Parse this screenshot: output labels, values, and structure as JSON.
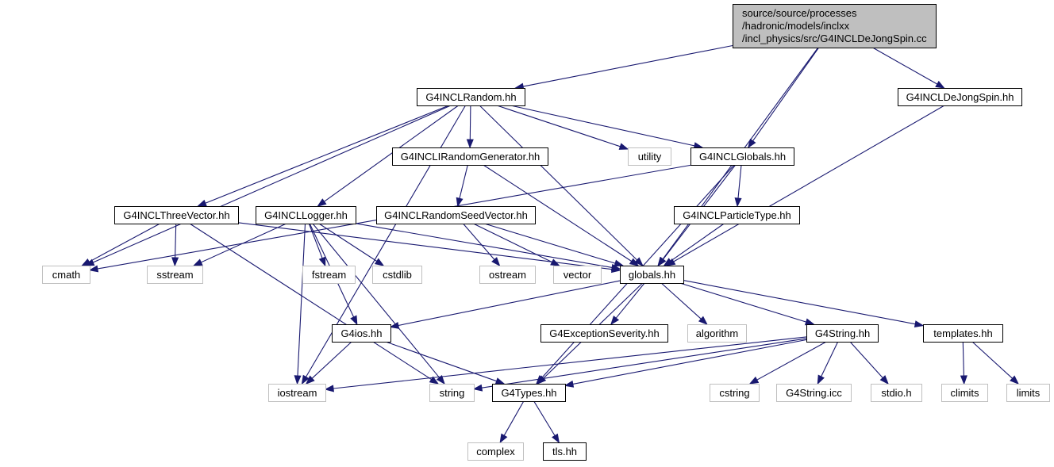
{
  "colors": {
    "edge": "#191970",
    "root_fill": "#bfbfbf",
    "root_stroke": "#000000",
    "node_fill": "#ffffff",
    "node_stroke": "#000000",
    "external_stroke": "#bfbfbf",
    "external_text": "#000000"
  },
  "nodes": [
    {
      "id": "root",
      "lines": [
        "source/source/processes",
        "/hadronic/models/inclxx",
        "/incl_physics/src/G4INCLDeJongSpin.cc"
      ],
      "kind": "root"
    },
    {
      "id": "random",
      "lines": [
        "G4INCLRandom.hh"
      ],
      "kind": "normal"
    },
    {
      "id": "dejong",
      "lines": [
        "G4INCLDeJongSpin.hh"
      ],
      "kind": "normal"
    },
    {
      "id": "irandgen",
      "lines": [
        "G4INCLIRandomGenerator.hh"
      ],
      "kind": "normal"
    },
    {
      "id": "utility",
      "lines": [
        "utility"
      ],
      "kind": "external"
    },
    {
      "id": "globalsincl",
      "lines": [
        "G4INCLGlobals.hh"
      ],
      "kind": "normal"
    },
    {
      "id": "threevec",
      "lines": [
        "G4INCLThreeVector.hh"
      ],
      "kind": "normal"
    },
    {
      "id": "logger",
      "lines": [
        "G4INCLLogger.hh"
      ],
      "kind": "normal"
    },
    {
      "id": "seedvec",
      "lines": [
        "G4INCLRandomSeedVector.hh"
      ],
      "kind": "normal"
    },
    {
      "id": "ptype",
      "lines": [
        "G4INCLParticleType.hh"
      ],
      "kind": "normal"
    },
    {
      "id": "cmath",
      "lines": [
        "cmath"
      ],
      "kind": "external"
    },
    {
      "id": "sstream",
      "lines": [
        "sstream"
      ],
      "kind": "external"
    },
    {
      "id": "fstream",
      "lines": [
        "fstream"
      ],
      "kind": "external"
    },
    {
      "id": "cstdlib",
      "lines": [
        "cstdlib"
      ],
      "kind": "external"
    },
    {
      "id": "ostream",
      "lines": [
        "ostream"
      ],
      "kind": "external"
    },
    {
      "id": "vector",
      "lines": [
        "vector"
      ],
      "kind": "external"
    },
    {
      "id": "globals",
      "lines": [
        "globals.hh"
      ],
      "kind": "normal"
    },
    {
      "id": "g4ios",
      "lines": [
        "G4ios.hh"
      ],
      "kind": "normal"
    },
    {
      "id": "excsev",
      "lines": [
        "G4ExceptionSeverity.hh"
      ],
      "kind": "normal"
    },
    {
      "id": "algorithm",
      "lines": [
        "algorithm"
      ],
      "kind": "external"
    },
    {
      "id": "g4string",
      "lines": [
        "G4String.hh"
      ],
      "kind": "normal"
    },
    {
      "id": "templates",
      "lines": [
        "templates.hh"
      ],
      "kind": "normal"
    },
    {
      "id": "iostream",
      "lines": [
        "iostream"
      ],
      "kind": "external"
    },
    {
      "id": "string",
      "lines": [
        "string"
      ],
      "kind": "external"
    },
    {
      "id": "g4types",
      "lines": [
        "G4Types.hh"
      ],
      "kind": "normal"
    },
    {
      "id": "cstring",
      "lines": [
        "cstring"
      ],
      "kind": "external"
    },
    {
      "id": "g4stringicc",
      "lines": [
        "G4String.icc"
      ],
      "kind": "external"
    },
    {
      "id": "stdioh",
      "lines": [
        "stdio.h"
      ],
      "kind": "external"
    },
    {
      "id": "climits",
      "lines": [
        "climits"
      ],
      "kind": "external"
    },
    {
      "id": "limits",
      "lines": [
        "limits"
      ],
      "kind": "external"
    },
    {
      "id": "complex",
      "lines": [
        "complex"
      ],
      "kind": "external"
    },
    {
      "id": "tlshh",
      "lines": [
        "tls.hh"
      ],
      "kind": "normal"
    }
  ],
  "edges": [
    [
      "root",
      "random"
    ],
    [
      "root",
      "globalsincl"
    ],
    [
      "root",
      "globals"
    ],
    [
      "root",
      "dejong"
    ],
    [
      "random",
      "cmath"
    ],
    [
      "random",
      "iostream"
    ],
    [
      "random",
      "threevec"
    ],
    [
      "random",
      "logger"
    ],
    [
      "random",
      "irandgen"
    ],
    [
      "random",
      "globals"
    ],
    [
      "random",
      "utility"
    ],
    [
      "random",
      "globalsincl"
    ],
    [
      "dejong",
      "globals"
    ],
    [
      "irandgen",
      "seedvec"
    ],
    [
      "irandgen",
      "globals"
    ],
    [
      "globalsincl",
      "cmath"
    ],
    [
      "globalsincl",
      "globals"
    ],
    [
      "globalsincl",
      "ptype"
    ],
    [
      "globalsincl",
      "g4types"
    ],
    [
      "threevec",
      "cmath"
    ],
    [
      "threevec",
      "sstream"
    ],
    [
      "threevec",
      "string"
    ],
    [
      "threevec",
      "globals"
    ],
    [
      "logger",
      "sstream"
    ],
    [
      "logger",
      "fstream"
    ],
    [
      "logger",
      "cstdlib"
    ],
    [
      "logger",
      "iostream"
    ],
    [
      "logger",
      "g4ios"
    ],
    [
      "logger",
      "string"
    ],
    [
      "logger",
      "globals"
    ],
    [
      "seedvec",
      "ostream"
    ],
    [
      "seedvec",
      "vector"
    ],
    [
      "seedvec",
      "globals"
    ],
    [
      "ptype",
      "globals"
    ],
    [
      "globals",
      "g4ios"
    ],
    [
      "globals",
      "excsev"
    ],
    [
      "globals",
      "algorithm"
    ],
    [
      "globals",
      "g4string"
    ],
    [
      "globals",
      "templates"
    ],
    [
      "globals",
      "g4types"
    ],
    [
      "g4ios",
      "iostream"
    ],
    [
      "g4ios",
      "g4types"
    ],
    [
      "g4string",
      "iostream"
    ],
    [
      "g4string",
      "string"
    ],
    [
      "g4string",
      "g4types"
    ],
    [
      "g4string",
      "cstring"
    ],
    [
      "g4string",
      "g4stringicc"
    ],
    [
      "g4string",
      "stdioh"
    ],
    [
      "templates",
      "climits"
    ],
    [
      "templates",
      "limits"
    ],
    [
      "g4types",
      "complex"
    ],
    [
      "g4types",
      "tlshh"
    ]
  ]
}
